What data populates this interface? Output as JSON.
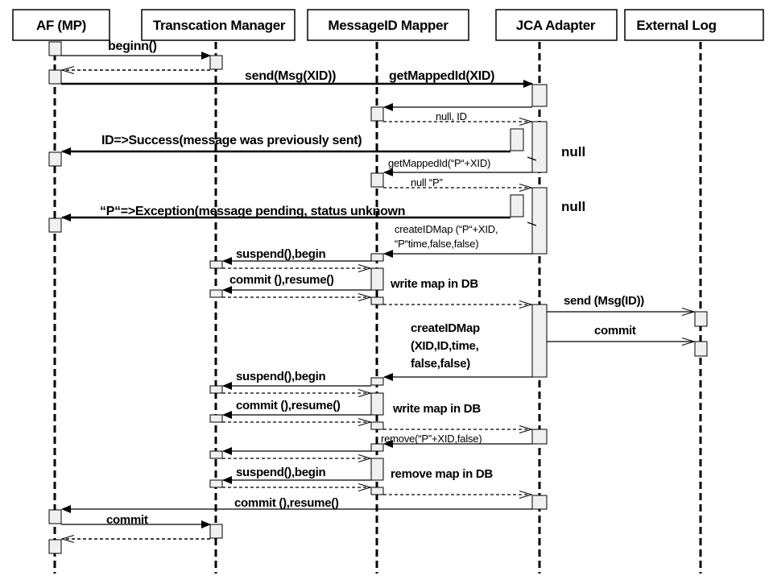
{
  "participants": [
    {
      "id": "af",
      "label": "AF (MP)"
    },
    {
      "id": "tm",
      "label": "Transcation Manager"
    },
    {
      "id": "mm",
      "label": "MessageID Mapper"
    },
    {
      "id": "jca",
      "label": "JCA Adapter"
    },
    {
      "id": "log",
      "label": "External Log"
    }
  ],
  "messages": {
    "beginn": "beginn()",
    "send_msg_xid": "send(Msg(XID))",
    "get_mapped_id": "getMappedId(XID)",
    "null_id": "null, ID",
    "id_success": "ID=>Success(message was previously sent)",
    "get_mapped_id_p": "getMappedId(“P“+XID)",
    "null_p": "null “P”",
    "p_exception": "“P“=>Exception(message pending, status unknown",
    "create_idmap_p_1": "createIDMap (“P“+XID,",
    "create_idmap_p_2": "“P“time,false,false)",
    "suspend_begin_1": "suspend(),begin",
    "commit_resume_1": "commit (),resume()",
    "send_msg_id": "send (Msg(ID))",
    "commit_log": "commit",
    "create_idmap_1": "createIDMap",
    "create_idmap_2": "(XID,ID,time,",
    "create_idmap_3": "false,false)",
    "suspend_begin_2": "suspend(),begin",
    "commit_resume_2": "commit (),resume()",
    "remove_p": "remove(“P”+XID,false)",
    "suspend_begin_3": "suspend(),begin",
    "commit_resume_3": "commit (),resume()",
    "commit_final": "commit"
  },
  "notes": {
    "null_1": "null",
    "null_2": "null",
    "write_map_1": "write map in DB",
    "write_map_2": "write map in DB",
    "remove_map": "remove map in DB"
  }
}
